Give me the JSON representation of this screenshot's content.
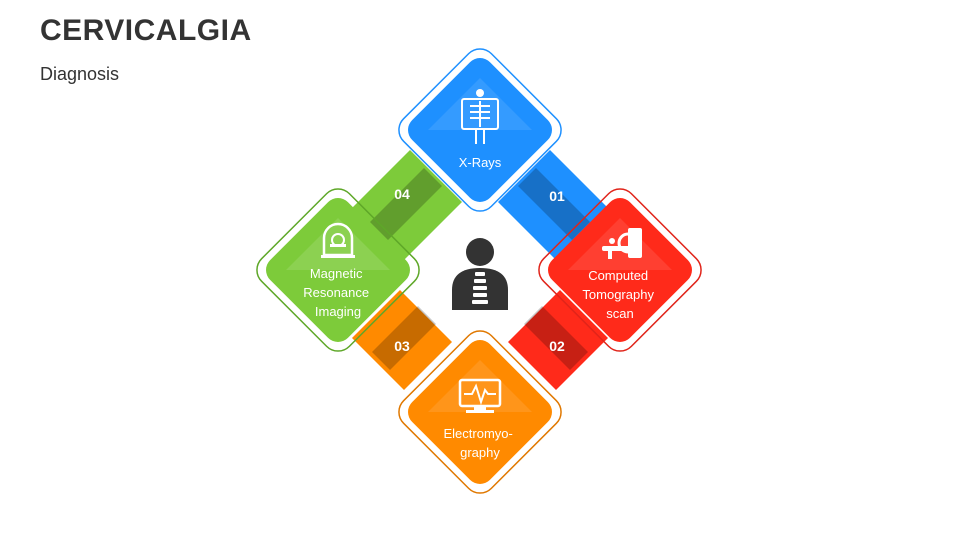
{
  "header": {
    "title": "CERVICALGIA",
    "subtitle": "Diagnosis"
  },
  "colors": {
    "blue": "#1e90ff",
    "red": "#ff2a1a",
    "orange": "#ff8a00",
    "green": "#7dcb3a",
    "center_figure": "#333333"
  },
  "steps": [
    {
      "number": "01",
      "label_lines": [
        "X-Rays"
      ],
      "icon": "xray-skeleton-icon",
      "color": "blue"
    },
    {
      "number": "02",
      "label_lines": [
        "Computed",
        "Tomography",
        "scan"
      ],
      "icon": "ct-scanner-icon",
      "color": "red"
    },
    {
      "number": "03",
      "label_lines": [
        "Electromyo-",
        "graphy"
      ],
      "icon": "emg-monitor-icon",
      "color": "orange"
    },
    {
      "number": "04",
      "label_lines": [
        "Magnetic",
        "Resonance",
        "Imaging"
      ],
      "icon": "mri-machine-icon",
      "color": "green"
    }
  ],
  "center": {
    "icon": "person-spine-icon"
  }
}
